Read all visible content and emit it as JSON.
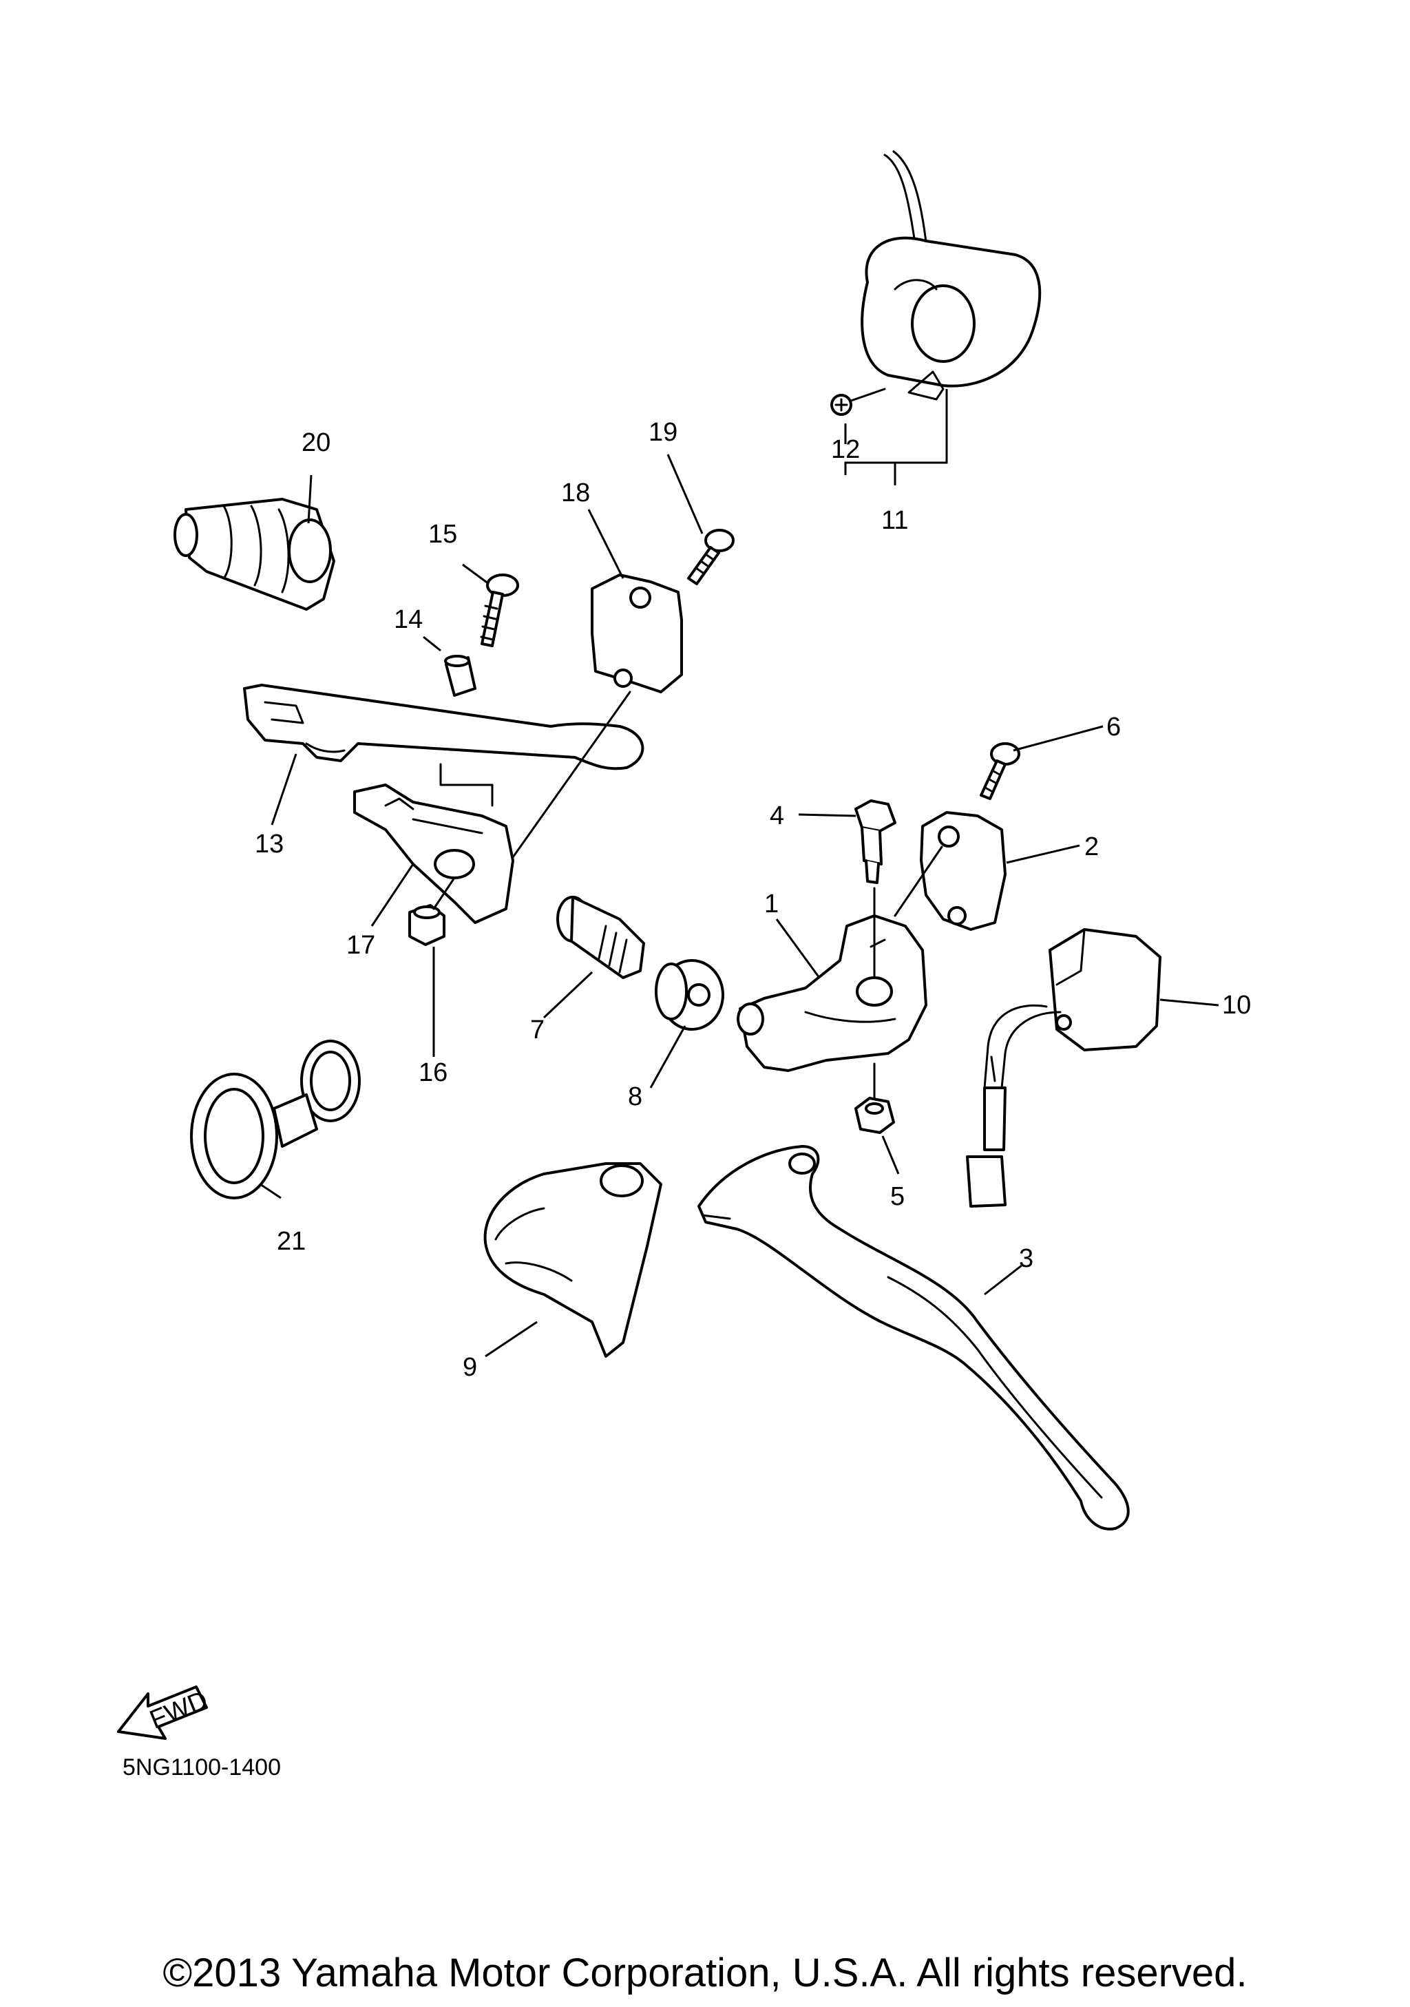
{
  "diagram": {
    "callouts": [
      {
        "id": "c1",
        "label": "1"
      },
      {
        "id": "c2",
        "label": "2"
      },
      {
        "id": "c3",
        "label": "3"
      },
      {
        "id": "c4",
        "label": "4"
      },
      {
        "id": "c5",
        "label": "5"
      },
      {
        "id": "c6",
        "label": "6"
      },
      {
        "id": "c7",
        "label": "7"
      },
      {
        "id": "c8",
        "label": "8"
      },
      {
        "id": "c9",
        "label": "9"
      },
      {
        "id": "c10",
        "label": "10"
      },
      {
        "id": "c11",
        "label": "11"
      },
      {
        "id": "c12",
        "label": "12"
      },
      {
        "id": "c13",
        "label": "13"
      },
      {
        "id": "c14",
        "label": "14"
      },
      {
        "id": "c15",
        "label": "15"
      },
      {
        "id": "c16",
        "label": "16"
      },
      {
        "id": "c17",
        "label": "17"
      },
      {
        "id": "c18",
        "label": "18"
      },
      {
        "id": "c19",
        "label": "19"
      },
      {
        "id": "c20",
        "label": "20"
      },
      {
        "id": "c21",
        "label": "21"
      }
    ],
    "fwd_label": "FWD",
    "part_code": "5NG1100-1400"
  },
  "footer": {
    "copyright": "©2013 Yamaha Motor Corporation, U.S.A. All rights reserved."
  }
}
